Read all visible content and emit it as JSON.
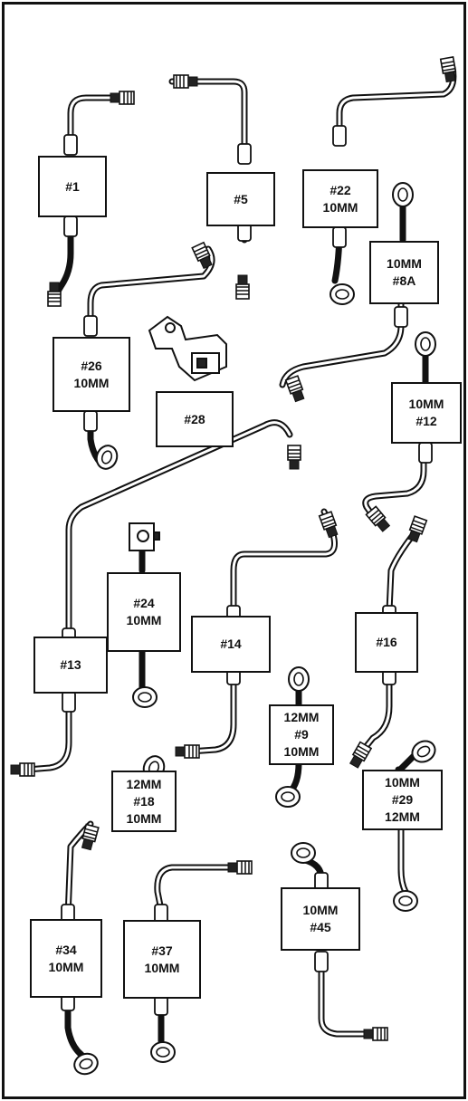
{
  "parts": [
    {
      "id": "p1",
      "lines": [
        "#1"
      ]
    },
    {
      "id": "p5",
      "lines": [
        "#5"
      ]
    },
    {
      "id": "p22",
      "lines": [
        "#22",
        "10MM"
      ]
    },
    {
      "id": "p8a",
      "lines": [
        "10MM",
        "#8A"
      ]
    },
    {
      "id": "p26",
      "lines": [
        "#26",
        "10MM"
      ]
    },
    {
      "id": "p28",
      "lines": [
        "#28"
      ]
    },
    {
      "id": "p12",
      "lines": [
        "10MM",
        "#12"
      ]
    },
    {
      "id": "p24",
      "lines": [
        "#24",
        "10MM"
      ]
    },
    {
      "id": "p14",
      "lines": [
        "#14"
      ]
    },
    {
      "id": "p16",
      "lines": [
        "#16"
      ]
    },
    {
      "id": "p13",
      "lines": [
        "#13"
      ]
    },
    {
      "id": "p9",
      "lines": [
        "12MM",
        "#9",
        "10MM"
      ]
    },
    {
      "id": "p18",
      "lines": [
        "12MM",
        "#18",
        "10MM"
      ]
    },
    {
      "id": "p29",
      "lines": [
        "10MM",
        "#29",
        "12MM"
      ]
    },
    {
      "id": "p34",
      "lines": [
        "#34",
        "10MM"
      ]
    },
    {
      "id": "p37",
      "lines": [
        "#37",
        "10MM"
      ]
    },
    {
      "id": "p45",
      "lines": [
        "10MM",
        "#45"
      ]
    }
  ]
}
